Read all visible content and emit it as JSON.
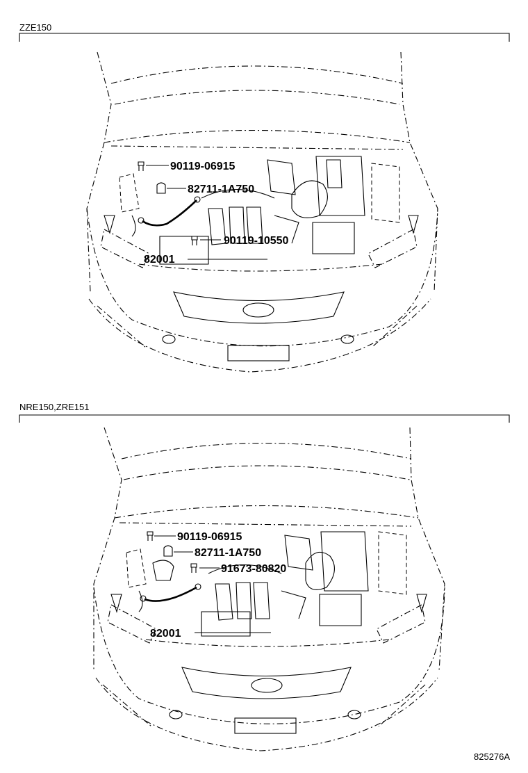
{
  "sections": [
    {
      "variant": "ZZE150",
      "parts": {
        "bolt_top": "90119-06915",
        "clamp": "82711-1A750",
        "bolt_lower": "90119-10550",
        "wire_harness": "82001"
      }
    },
    {
      "variant": "NRE150,ZRE151",
      "parts": {
        "bolt_top": "90119-06915",
        "clamp": "82711-1A750",
        "bolt_lower": "91673-80820",
        "wire_harness": "82001"
      }
    }
  ],
  "figure_id": "825276A"
}
